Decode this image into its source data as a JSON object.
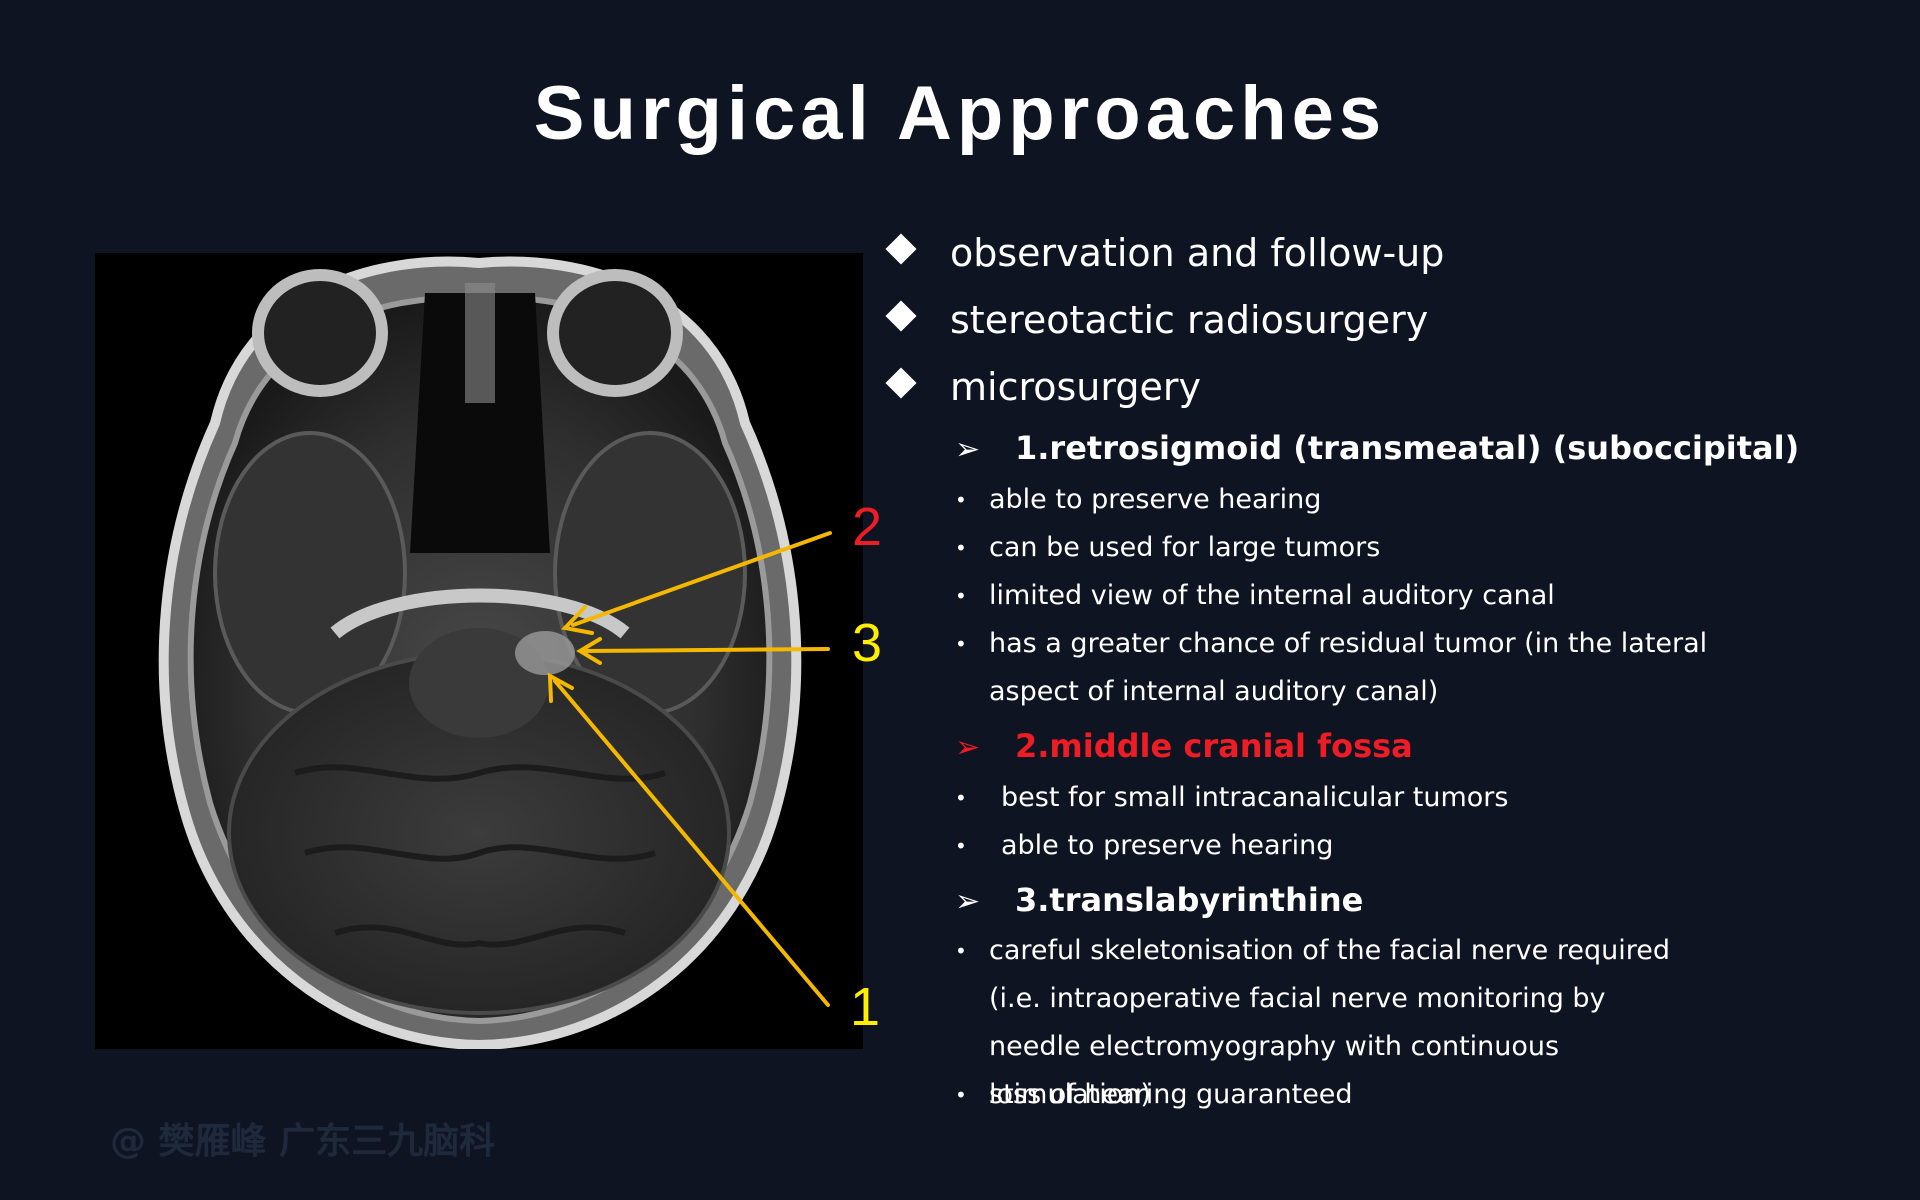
{
  "slide": {
    "title": "Surgical Approaches",
    "watermark": "@ 樊雁峰 广东三九脑科"
  },
  "figure": {
    "labels": [
      {
        "text": "2",
        "color": "#ee1c24"
      },
      {
        "text": "3",
        "color": "#ffee00"
      },
      {
        "text": "1",
        "color": "#ffee00"
      }
    ],
    "arrow_color": "#f5b800"
  },
  "bullets": [
    {
      "text": "observation and follow-up"
    },
    {
      "text": "stereotactic radiosurgery"
    },
    {
      "text": "microsurgery"
    }
  ],
  "approaches": [
    {
      "title": "1.retrosigmoid (transmeatal) (suboccipital)",
      "points": [
        "able to preserve hearing",
        "can be used for large tumors",
        "limited view of the internal auditory canal",
        "has a greater chance of residual tumor (in the lateral aspect of internal auditory canal)"
      ]
    },
    {
      "title": "2.middle cranial fossa",
      "points": [
        "best for small intracanalicular tumors",
        "able to preserve hearing"
      ]
    },
    {
      "title": "3.translabyrinthine",
      "points": [
        "careful skeletonisation of the facial nerve required (i.e. intraoperative facial nerve monitoring by needle electromyography with continuous stimulation)",
        "loss of hearing guaranteed"
      ]
    }
  ],
  "colors": {
    "background": "#0f1422",
    "highlight": "#ee1c24",
    "text": "#ffffff"
  }
}
